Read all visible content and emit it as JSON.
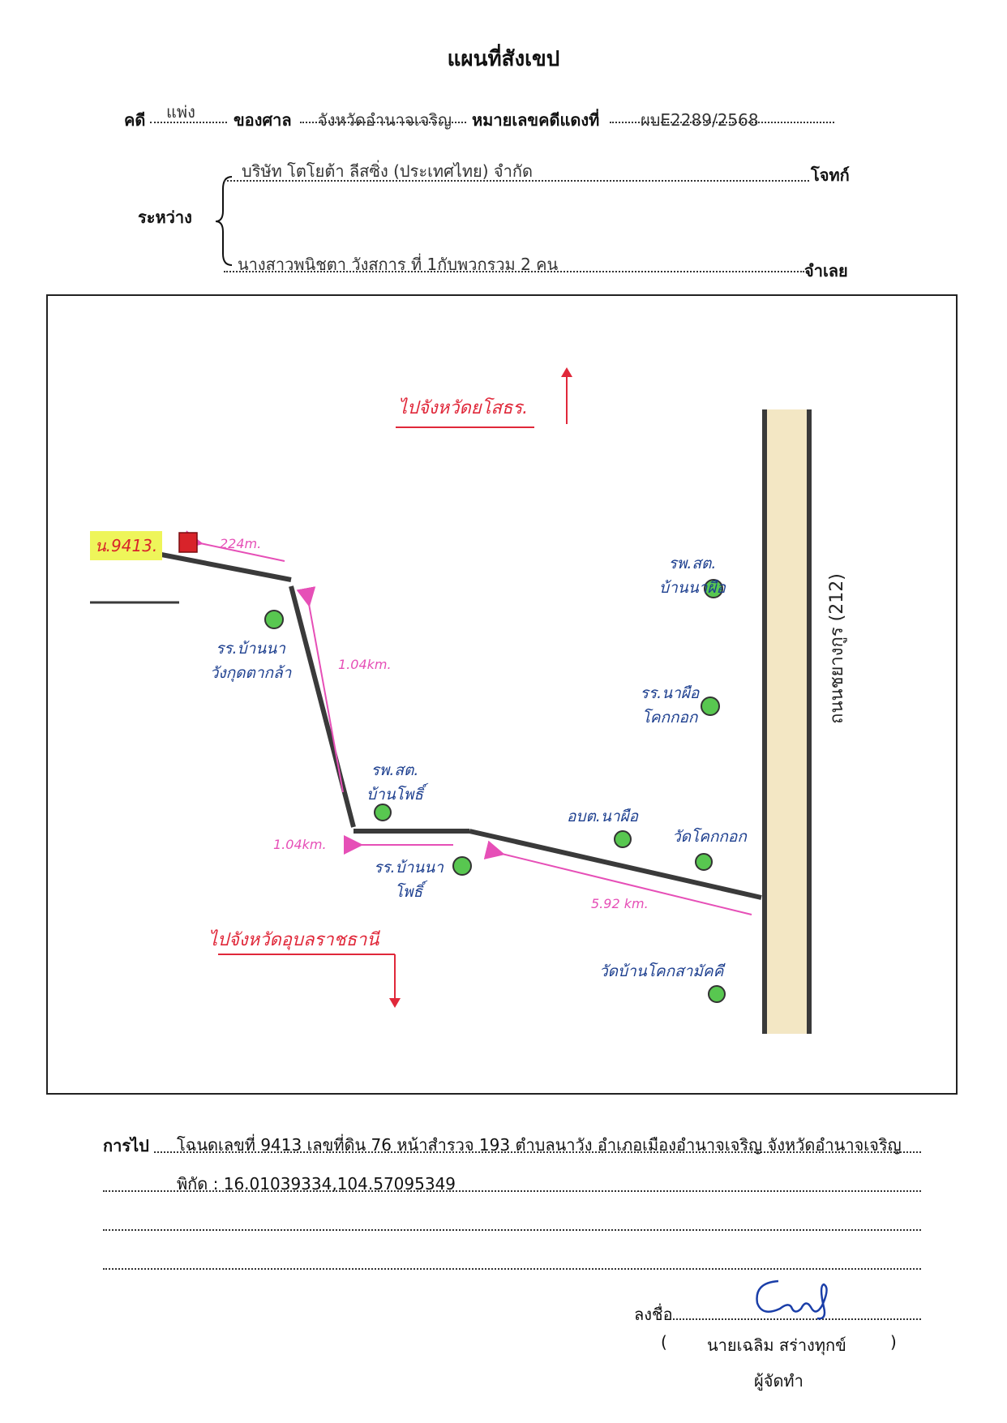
{
  "title": "แผนที่สังเขป",
  "case": {
    "case_label": "คดี",
    "case_type": "แพ่ง",
    "court_label": "ของศาล",
    "court": "จังหวัดอำนาจเจริญ",
    "red_no_label": "หมายเลขคดีแดงที่",
    "red_no": "ผบE2289/2568"
  },
  "parties": {
    "between_label": "ระหว่าง",
    "plaintiff": "บริษัท โตโยต้า ลีสซิ่ง (ประเทศไทย) จำกัด",
    "plaintiff_label": "โจทก์",
    "defendant": "นางสาวพนิชตา วังสการ ที่ 1กับพวกรวม 2 คน",
    "defendant_label": "จำเลย"
  },
  "map": {
    "to_north": "ไปจังหวัดยโสธร.",
    "to_south": "ไปจังหวัดอุบลราชธานี",
    "parcel": "น.9413.",
    "highway": "ถนนชยางกูร (212)",
    "dist_224": "224m.",
    "dist_104a": "1.04km.",
    "dist_104b": "1.04km.",
    "dist_592": "5.92 km.",
    "places": {
      "school_wangkud": [
        "รร.บ้านนา",
        "วังกุดตากล้า"
      ],
      "clinic_napho": [
        "รพ.สต.",
        "บ้านโพธิ์"
      ],
      "school_napho": [
        "รร.บ้านนา",
        "โพธิ์"
      ],
      "clinic_naphue": [
        "รพ.สต.",
        "บ้านนาผือ"
      ],
      "school_naphue": [
        "รร.นาผือ",
        "โคกกอก"
      ],
      "sao_naphue": "อบต.นาผือ",
      "temple_khokkok": "วัดโคกกอก",
      "temple_khoksamakkhi": "วัดบ้านโคกสามัคคี"
    },
    "colors": {
      "road": "#3a3a3a",
      "highway_fill": "#f3e7c4",
      "landmark": "#58c750",
      "distance": "#e64fb7",
      "direction": "#e0283a",
      "place_text": "#1d3f8f",
      "parcel_highlight": "#eef55a",
      "parcel_marker": "#d8232a"
    }
  },
  "directions": {
    "label": "การไป",
    "line1": "โฉนดเลขที่ 9413 เลขที่ดิน 76 หน้าสำรวจ 193 ตำบลนาวัง อำเภอเมืองอำนาจเจริญ จังหวัดอำนาจเจริญ",
    "line2": "พิกัด : 16.01039334,104.57095349"
  },
  "signature": {
    "sign_label": "ลงชื่อ",
    "open_paren": "(",
    "name": "นายเฉลิม  สร่างทุกข์",
    "close_paren": ")",
    "role": "ผู้จัดทำ"
  }
}
